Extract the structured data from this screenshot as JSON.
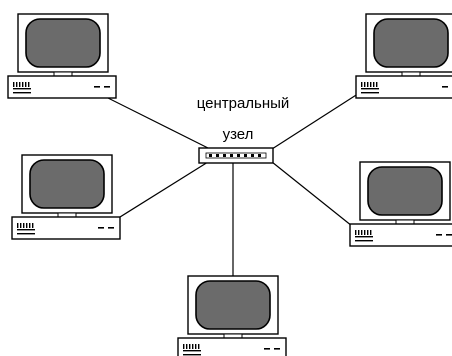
{
  "diagram": {
    "type": "star-network",
    "hub": {
      "label_line1": "центральный",
      "label_line2": "узел"
    },
    "nodes": [
      {
        "id": "computer-top-left",
        "icon": "desktop-computer-icon"
      },
      {
        "id": "computer-top-right",
        "icon": "desktop-computer-icon"
      },
      {
        "id": "computer-middle-left",
        "icon": "desktop-computer-icon"
      },
      {
        "id": "computer-middle-right",
        "icon": "desktop-computer-icon"
      },
      {
        "id": "computer-bottom",
        "icon": "desktop-computer-icon"
      }
    ],
    "colors": {
      "screen": "#6b6b6b",
      "outline": "#000000",
      "background": "#ffffff"
    }
  }
}
